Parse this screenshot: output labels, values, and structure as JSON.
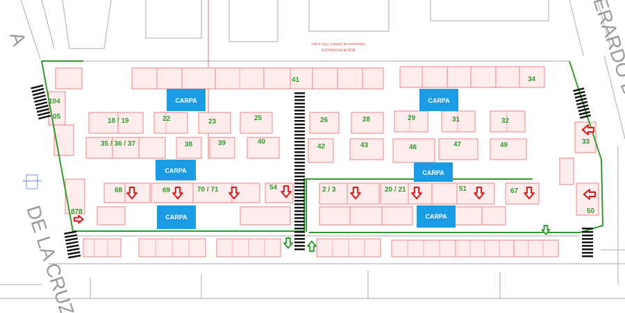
{
  "streets": {
    "left": "DE LA CRUZ",
    "right": "ERARDO DIEGO",
    "left_partial": "A"
  },
  "note": {
    "line1": "NUEVA PROPUESTA",
    "line2": "separación de puestos 0,5m a ejes"
  },
  "small_sign": "SALIDA\nPUERTA",
  "carpa_label": "CARPA",
  "stall_labels": {
    "s104": "104",
    "s05": "05",
    "s18": "18 / 19",
    "s22": "22",
    "s23": "23",
    "s25": "25",
    "s35": "35 / 36 / 37",
    "s38": "38",
    "s39": "39",
    "s40": "40",
    "s41": "41",
    "s26": "26",
    "s28": "28",
    "s29": "29",
    "s31": "31",
    "s32": "32",
    "s34": "34",
    "s42": "42",
    "s43": "43",
    "s46": "46",
    "s47": "47",
    "s49": "49",
    "s33": "33",
    "s68": "68",
    "s69": "69",
    "s70": "70 / 71",
    "s54": "54",
    "s2": "2 / 3",
    "s20": "20 / 21",
    "s51": "51",
    "s67": "67",
    "s50": "50",
    "s878": "878"
  },
  "colors": {
    "stall": "#f08080",
    "stall_fill": "#ffecec",
    "perimeter": "#2e9b2e",
    "carpa": "#1b9be3",
    "arrow_red": "#e02020",
    "arrow_green": "#2e9b2e",
    "crosswalk": "#111111",
    "building": "#aaaaaa"
  }
}
